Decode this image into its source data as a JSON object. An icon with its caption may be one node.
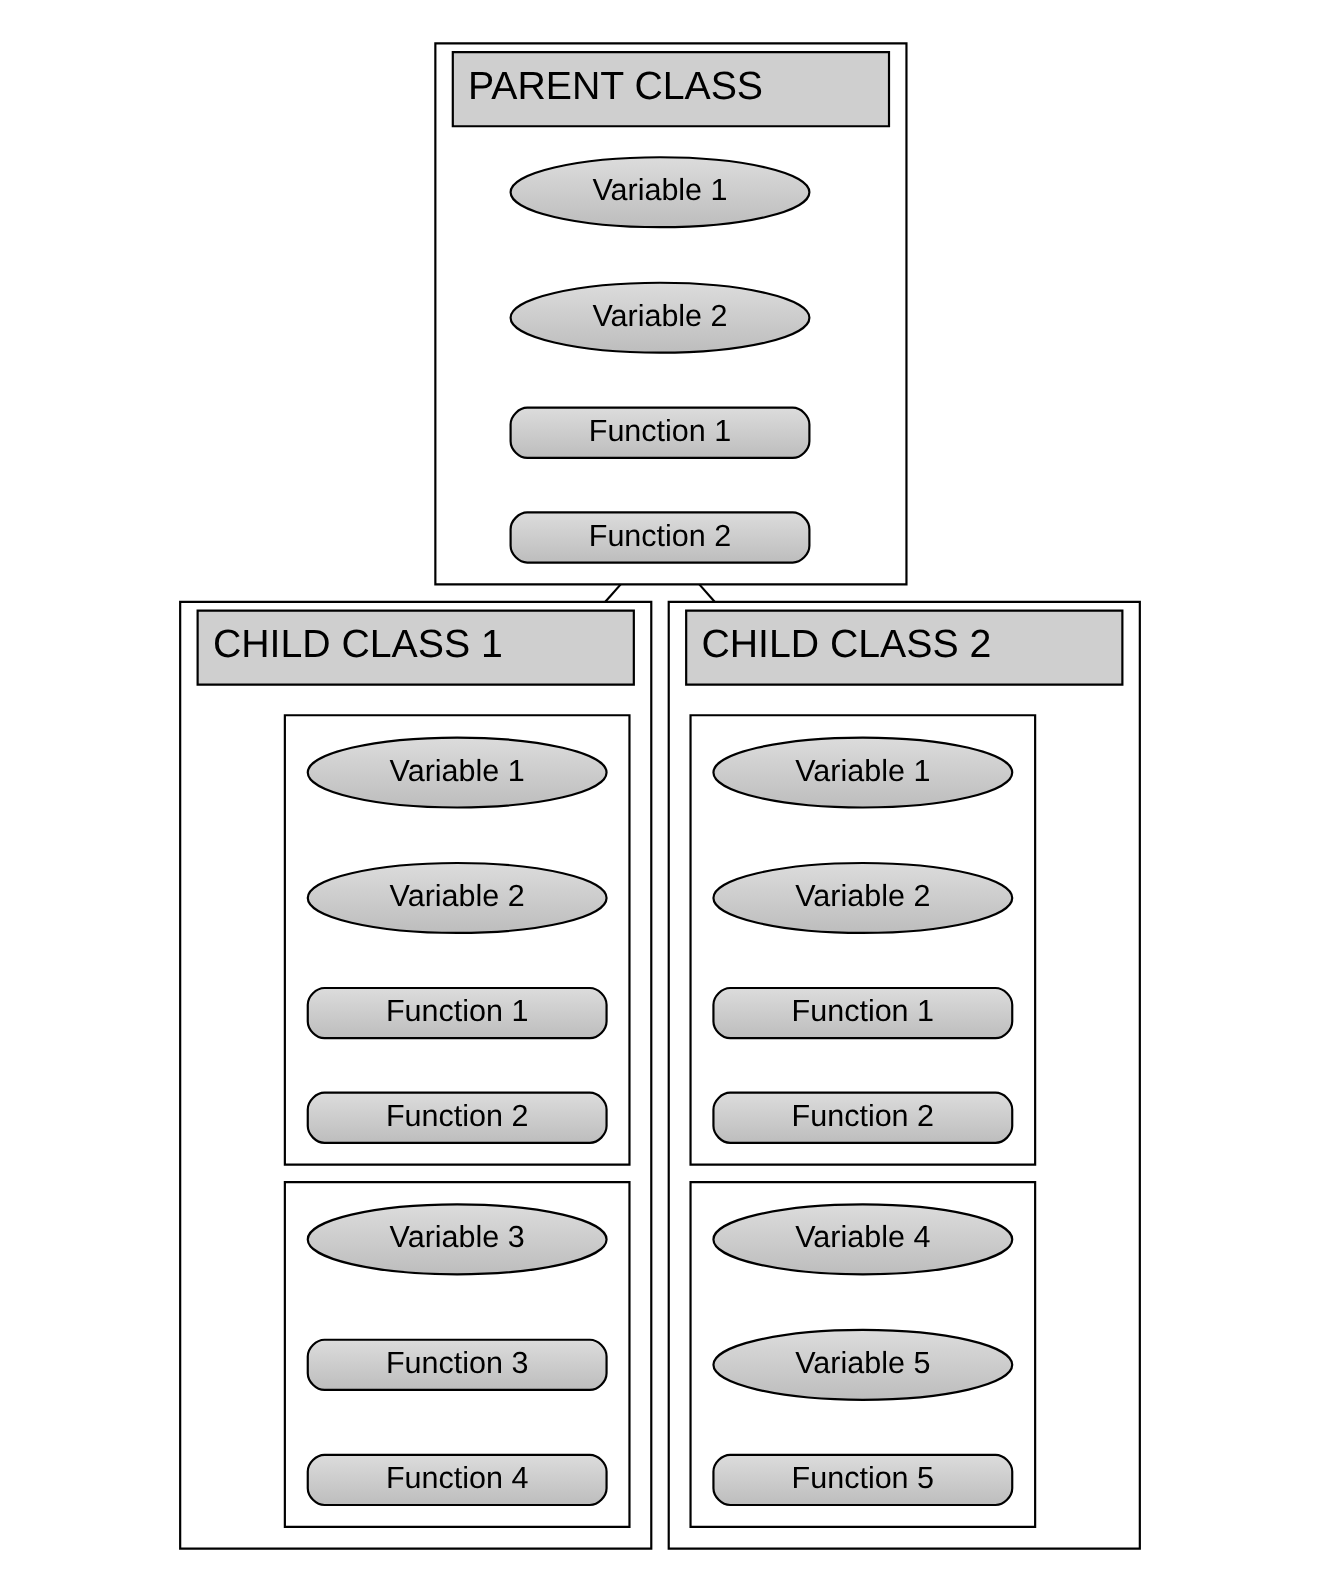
{
  "diagram": {
    "nodes": [
      {
        "text": [
          "PARENT CLASS"
        ]
      },
      {
        "text": [
          "Variable 1"
        ],
        "in": 0
      },
      {
        "text": [
          "Variable 2"
        ],
        "in": 0
      },
      {
        "text": [
          "Function 1"
        ],
        "in": 0
      },
      {
        "text": [
          "Function 2"
        ],
        "in": 0
      },
      {
        "text": [
          "CHILD CLASS 1"
        ]
      },
      {
        "text": [],
        "shape": "box",
        "in": 5
      },
      {
        "text": [
          "Variable 1"
        ],
        "in": 6
      },
      {
        "text": [
          "Variable 2"
        ],
        "in": 6
      },
      {
        "text": [
          "Function 1"
        ],
        "in": 6
      },
      {
        "text": [
          "Function 2"
        ],
        "in": 6
      },
      {
        "text": [],
        "shape": "box",
        "in": 5
      },
      {
        "text": [
          "Variable 3"
        ],
        "in": 11
      },
      {
        "text": [
          "Function 3"
        ],
        "in": 11
      },
      {
        "text": [
          "Function 4"
        ],
        "in": 11
      },
      {
        "text": [
          "CHILD CLASS 2"
        ]
      },
      {
        "text": [],
        "shape": "box",
        "in": 15
      },
      {
        "text": [
          "Variable 1"
        ],
        "in": 16
      },
      {
        "text": [
          "Variable 2"
        ],
        "in": 16
      },
      {
        "text": [
          "Function 1"
        ],
        "in": 16
      },
      {
        "text": [
          "Function 2"
        ],
        "in": 16
      },
      {
        "text": [],
        "shape": "box",
        "in": 15
      },
      {
        "text": [
          "Variable 4"
        ],
        "in": 21
      },
      {
        "text": [
          "Variable 5"
        ],
        "in": 21
      },
      {
        "text": [
          "Function 5"
        ],
        "in": 21
      }
    ],
    "edges": [
      {
        "from": 0,
        "to": 5,
        "arrow": "none"
      },
      {
        "from": 0,
        "to": 15,
        "arrow": "none"
      }
    ]
  }
}
